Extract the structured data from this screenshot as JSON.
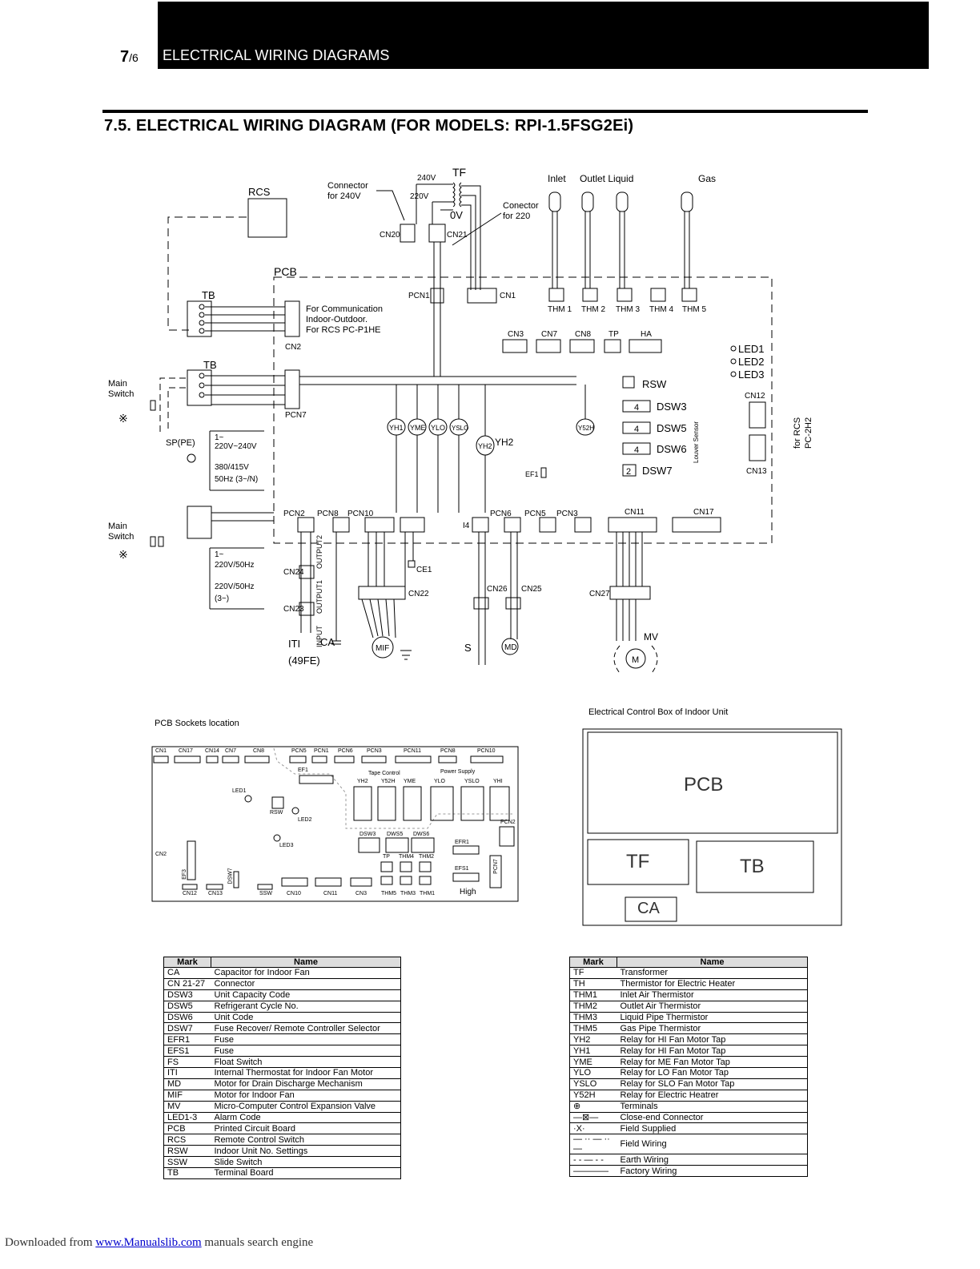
{
  "header": {
    "page_number": "7",
    "page_suffix": "/6",
    "banner_title": "ELECTRICAL WIRING DIAGRAMS"
  },
  "section_title": "7.5.   ELECTRICAL WIRING DIAGRAM (FOR MODELS: RPI-1.5FSG2Ei)",
  "diagram": {
    "rcs": "RCS",
    "pcb": "PCB",
    "tf": "TF",
    "tb1": "TB",
    "tb2": "TB",
    "v240": "240V",
    "v220": "220V",
    "v0": "0V",
    "connector_240_line1": "Connector",
    "connector_240_line2": "for 240V",
    "connector_220_line1": "Conector",
    "connector_220_line2": "for 220",
    "sensor_inlet": "Inlet",
    "sensor_outlet_liquid": "Outlet Liquid",
    "sensor_gas": "Gas",
    "cn20": "CN20",
    "cn21": "CN21",
    "pcn1": "PCN1",
    "cn1": "CN1",
    "thm1": "THM 1",
    "thm2": "THM 2",
    "thm3": "THM 3",
    "thm4": "THM 4",
    "thm5": "THM 5",
    "cn3": "CN3",
    "cn7": "CN7",
    "cn8": "CN8",
    "tp": "TP",
    "ha": "HA",
    "led1": "LED1",
    "led2": "LED2",
    "led3": "LED3",
    "comm_line1": "For Communication",
    "comm_line2": "Indoor-Outdoor.",
    "comm_line3": "For RCS PC-P1HE",
    "cn2": "CN2",
    "pcn7": "PCN7",
    "main_switch_1": "Main",
    "main_switch_2": "Switch",
    "sp_pe": "SP(PE)",
    "supply_a1": "1~",
    "supply_a2": "220V~240V",
    "supply_a3": "380/415V",
    "supply_a4": "50Hz (3~/N)",
    "supply_b1": "1~",
    "supply_b2": "220V/50Hz",
    "supply_b3": "220V/50Hz",
    "supply_b4": "(3~)",
    "rsw": "RSW",
    "dsw3": "DSW3",
    "dsw5": "DSW5",
    "dsw6": "DSW6",
    "dsw7": "DSW7",
    "dsw3_val": "4",
    "dsw5_val": "4",
    "dsw6_val": "4",
    "dsw7_val": "2",
    "louver_sensor": "Louver Sensor",
    "cn12": "CN12",
    "cn13": "CN13",
    "for_rcs": "for RCS",
    "pc2h2": "PC-2H2",
    "yh1": "YH1",
    "yme": "YME",
    "ylo": "YLO",
    "yslo": "YSLO",
    "yh2": "YH2",
    "y52h": "Y52H",
    "ef1": "EF1",
    "pcn2": "PCN2",
    "pcn8": "PCN8",
    "pcn10": "PCN10",
    "pcn6": "PCN6",
    "pcn5": "PCN5",
    "pcn3": "PCN3",
    "cn11": "CN11",
    "cn17": "CN17",
    "i4": "I4",
    "cn24": "CN24",
    "cn23": "CN23",
    "cn22": "CN22",
    "ce1": "CE1",
    "cn26": "CN26",
    "cn25": "CN25",
    "cn27": "CN27",
    "output2": "OUTPUT2",
    "output1": "OUTPUT1",
    "input": "INPUT",
    "iti": "ITI",
    "fe49": "(49FE)",
    "ca": "CA",
    "mif": "MIF",
    "s": "S",
    "md": "MD",
    "mv": "MV",
    "m": "M"
  },
  "sockets": {
    "caption": "PCB Sockets location",
    "top_labels": [
      "CN1",
      "CN17",
      "CN14",
      "CN7",
      "CN8",
      "PCN5",
      "PCN1",
      "PCN6",
      "PCN3",
      "PCN11",
      "PCN8",
      "PCN10"
    ],
    "ef1": "EF1",
    "tape_control": "Tape Control",
    "power_supply": "Power Supply",
    "relays": [
      "YH2",
      "Y52H",
      "YME",
      "YLO",
      "YSLO",
      "YHI"
    ],
    "led1": "LED1",
    "rsw": "RSW",
    "led2": "LED2",
    "led3": "LED3",
    "pcn2": "PCN2",
    "dsw3": "DSW3",
    "dsw5": "DWS5",
    "dsw6": "DWS6",
    "efr1": "EFR1",
    "cn2": "CN2",
    "ef3": "EF3",
    "dsw7": "DSW7",
    "tp": "TP",
    "thm4": "THM4",
    "thm2": "THM2",
    "efs1": "EFS1",
    "pcn7": "PCN7",
    "high": "High",
    "bottom_labels": [
      "CN12",
      "CN13",
      "SSW",
      "CN10",
      "CN11",
      "CN3",
      "THM5",
      "THM3",
      "THM1"
    ]
  },
  "control_box": {
    "caption": "Electrical Control Box of Indoor Unit",
    "pcb": "PCB",
    "tf": "TF",
    "tb": "TB",
    "ca": "CA"
  },
  "legend_left": {
    "headers": [
      "Mark",
      "Name"
    ],
    "rows": [
      [
        "CA",
        "Capacitor for Indoor Fan"
      ],
      [
        "CN 21-27",
        "Connector"
      ],
      [
        "DSW3",
        "Unit Capacity Code"
      ],
      [
        "DSW5",
        "Refrigerant Cycle No."
      ],
      [
        "DSW6",
        "Unit Code"
      ],
      [
        "DSW7",
        "Fuse Recover/ Remote Controller Selector"
      ],
      [
        "EFR1",
        "Fuse"
      ],
      [
        "EFS1",
        "Fuse"
      ],
      [
        "FS",
        "Float Switch"
      ],
      [
        "ITI",
        "Internal Thermostat for Indoor Fan Motor"
      ],
      [
        "MD",
        "Motor for Drain Discharge Mechanism"
      ],
      [
        "MIF",
        "Motor for Indoor Fan"
      ],
      [
        "MV",
        "Micro-Computer Control Expansion Valve"
      ],
      [
        "LED1-3",
        "Alarm Code"
      ],
      [
        "PCB",
        "Printed Circuit Board"
      ],
      [
        "RCS",
        "Remote Control Switch"
      ],
      [
        "RSW",
        "Indoor Unit No. Settings"
      ],
      [
        "SSW",
        "Slide Switch"
      ],
      [
        "TB",
        "Terminal Board"
      ]
    ]
  },
  "legend_right": {
    "headers": [
      "Mark",
      "Name"
    ],
    "rows": [
      [
        "TF",
        "Transformer"
      ],
      [
        "TH",
        "Thermistor for Electric Heater"
      ],
      [
        "THM1",
        "Inlet Air Thermistor"
      ],
      [
        "THM2",
        "Outlet Air Thermistor"
      ],
      [
        "THM3",
        "Liquid Pipe Thermistor"
      ],
      [
        "THM5",
        "Gas Pipe Thermistor"
      ],
      [
        "YH2",
        "Relay for HI Fan Motor Tap"
      ],
      [
        "YH1",
        "Relay for HI Fan Motor Tap"
      ],
      [
        "YME",
        "Relay for ME Fan Motor Tap"
      ],
      [
        "YLO",
        "Relay for LO Fan Motor Tap"
      ],
      [
        "YSLO",
        "Relay for SLO Fan Motor Tap"
      ],
      [
        "Y52H",
        "Relay for Electric Heatrer"
      ],
      [
        "⊕",
        "Terminals"
      ],
      [
        "—⊠—",
        "Close-end Connector"
      ],
      [
        "·X·",
        "Field Supplied"
      ],
      [
        "— ·· — ·· —",
        "Field Wiring"
      ],
      [
        "- - — - -",
        "Earth Wiring"
      ],
      [
        "————",
        "Factory Wiring"
      ]
    ]
  },
  "footer": {
    "prefix": "Downloaded from",
    "link": "www.Manualslib.com",
    "suffix": "manuals search engine"
  }
}
